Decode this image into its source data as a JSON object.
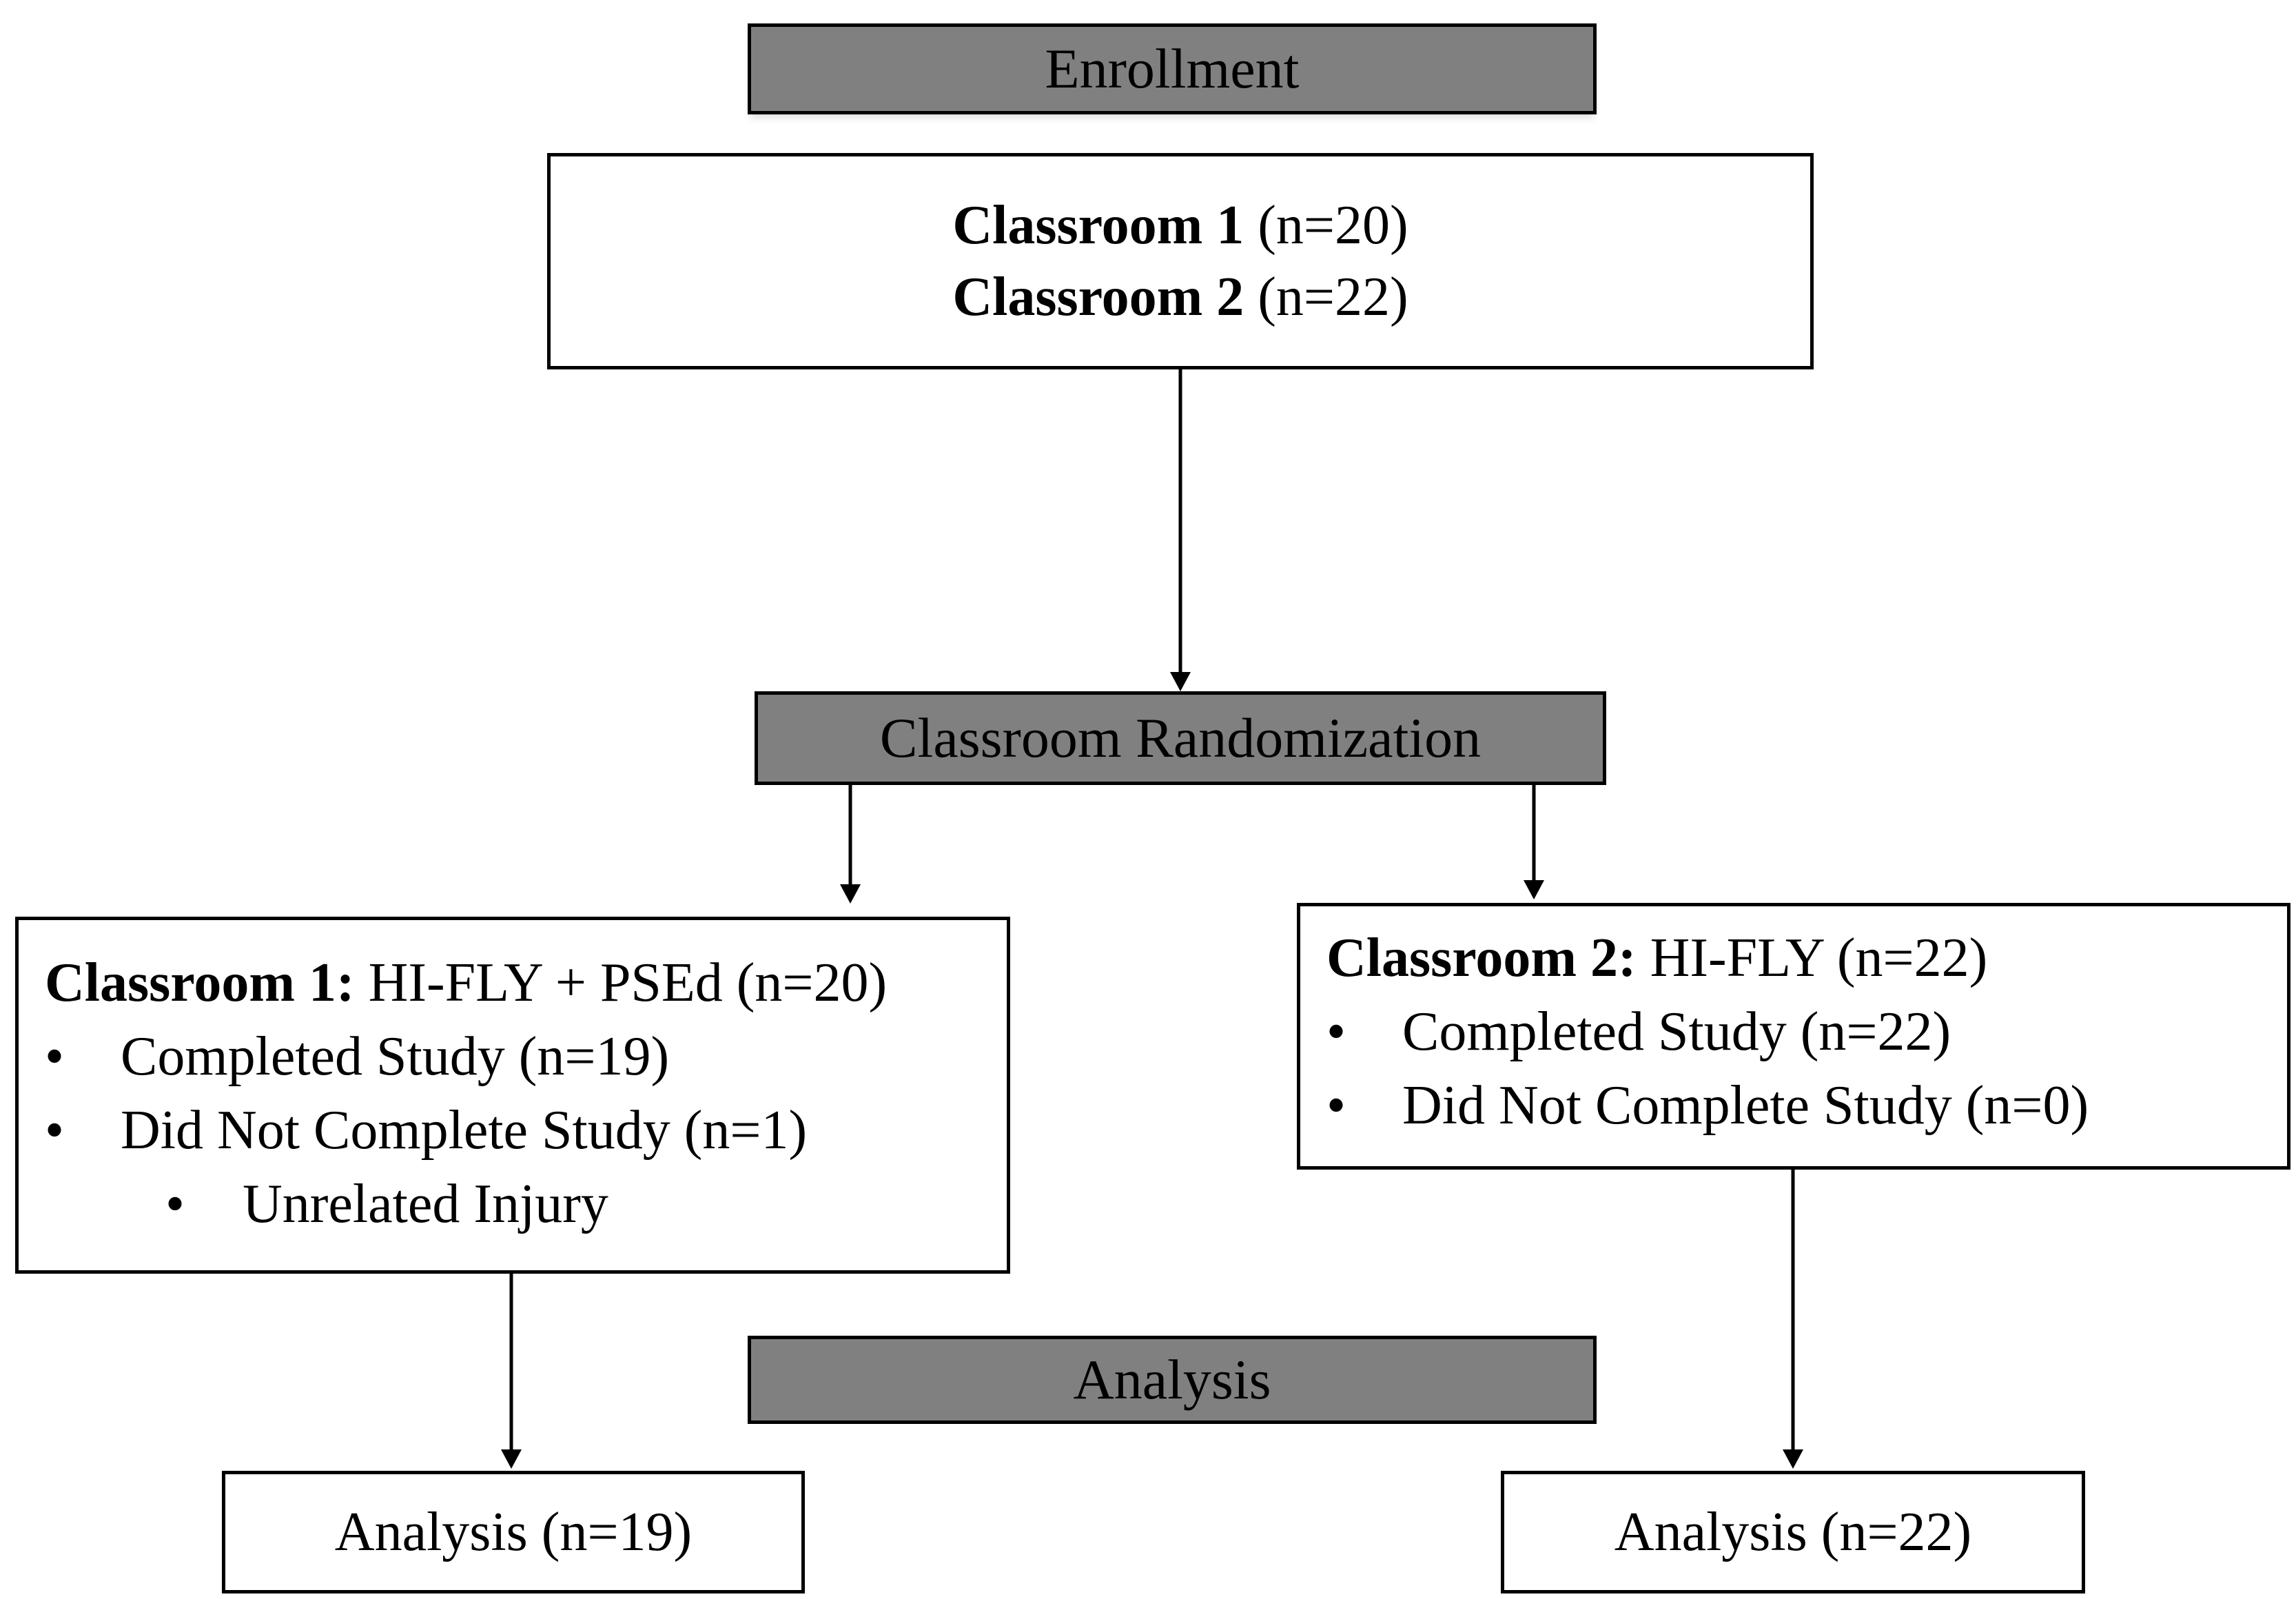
{
  "stages": {
    "enrollment": "Enrollment",
    "randomization": "Classroom Randomization",
    "analysis": "Analysis"
  },
  "enrollment_box": {
    "line1_bold": "Classroom 1",
    "line1_rest": " (n=20)",
    "line2_bold": "Classroom 2",
    "line2_rest": " (n=22)"
  },
  "group1": {
    "title_bold": "Classroom 1:",
    "title_rest": " HI-FLY + PSEd (n=20)",
    "bullet_symbol": "•",
    "items": [
      "Completed Study (n=19)",
      "Did Not Complete Study (n=1)"
    ],
    "subitems": [
      "Unrelated Injury"
    ]
  },
  "group2": {
    "title_bold": "Classroom 2:",
    "title_rest": " HI-FLY (n=22)",
    "bullet_symbol": "•",
    "items": [
      "Completed Study (n=22)",
      "Did Not Complete Study (n=0)"
    ]
  },
  "analysis1": "Analysis (n=19)",
  "analysis2": "Analysis (n=22)",
  "colors": {
    "header_fill": "#808080",
    "border": "#000000",
    "background": "#ffffff"
  }
}
